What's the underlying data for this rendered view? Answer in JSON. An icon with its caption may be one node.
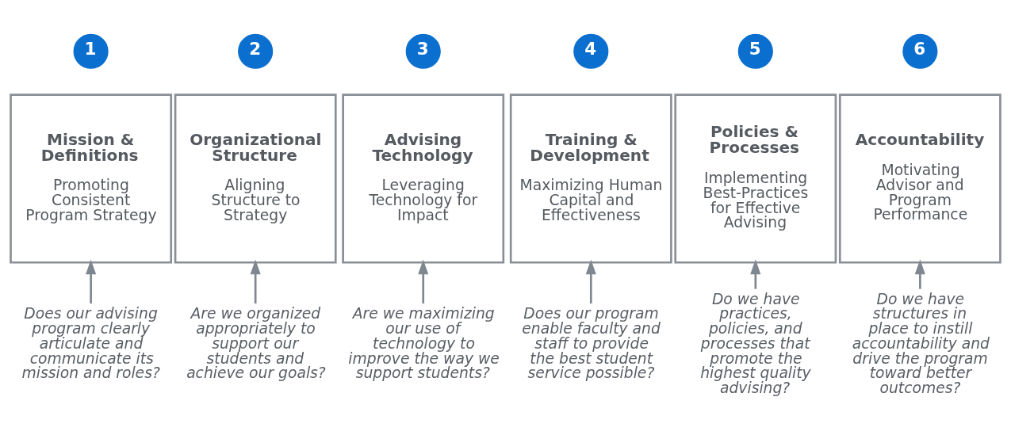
{
  "diagram": {
    "nodes": [
      {
        "text": [
          "1"
        ]
      },
      {
        "text": [
          "2"
        ]
      },
      {
        "text": [
          "3"
        ]
      },
      {
        "text": [
          "4"
        ]
      },
      {
        "text": [
          "5"
        ]
      },
      {
        "text": [
          "6"
        ]
      },
      {
        "text": [
          "Mission & Definitions",
          "Promoting Consistent Program Strategy"
        ]
      },
      {
        "text": [
          "Organizational Structure",
          "Aligning Structure to Strategy"
        ]
      },
      {
        "text": [
          "Advising Technology",
          "Leveraging Technology for Impact"
        ]
      },
      {
        "text": [
          "Training & Development",
          "Maximizing Human Capital and Effectiveness"
        ]
      },
      {
        "text": [
          "Policies & Processes",
          "Implementing Best-Practices for Effective Advising"
        ]
      },
      {
        "text": [
          "Accountability",
          "Motivating Advisor and Program Performance"
        ]
      },
      {
        "text": [
          "Does our advising program clearly articulate and communicate its mission and roles?"
        ]
      },
      {
        "text": [
          "Are we organized appropriately to support our students and achieve our goals?"
        ]
      },
      {
        "text": [
          "Are we maximizing our use of technology to improve the way we support students?"
        ]
      },
      {
        "text": [
          "Does our program enable faculty and staff to provide the best student service possible?"
        ]
      },
      {
        "text": [
          "Do we have practices, policies, and processes that promote the highest quality advising?"
        ]
      },
      {
        "text": [
          "Do we have structures in place to instill accountability and drive the program toward better outcomes?"
        ]
      }
    ],
    "edges": [
      {
        "from": 12,
        "to": 6,
        "arrow": "to"
      },
      {
        "from": 13,
        "to": 7,
        "arrow": "to"
      },
      {
        "from": 14,
        "to": 8,
        "arrow": "to"
      },
      {
        "from": 15,
        "to": 9,
        "arrow": "to"
      },
      {
        "from": 16,
        "to": 10,
        "arrow": "to"
      },
      {
        "from": 17,
        "to": 11,
        "arrow": "to"
      }
    ]
  }
}
